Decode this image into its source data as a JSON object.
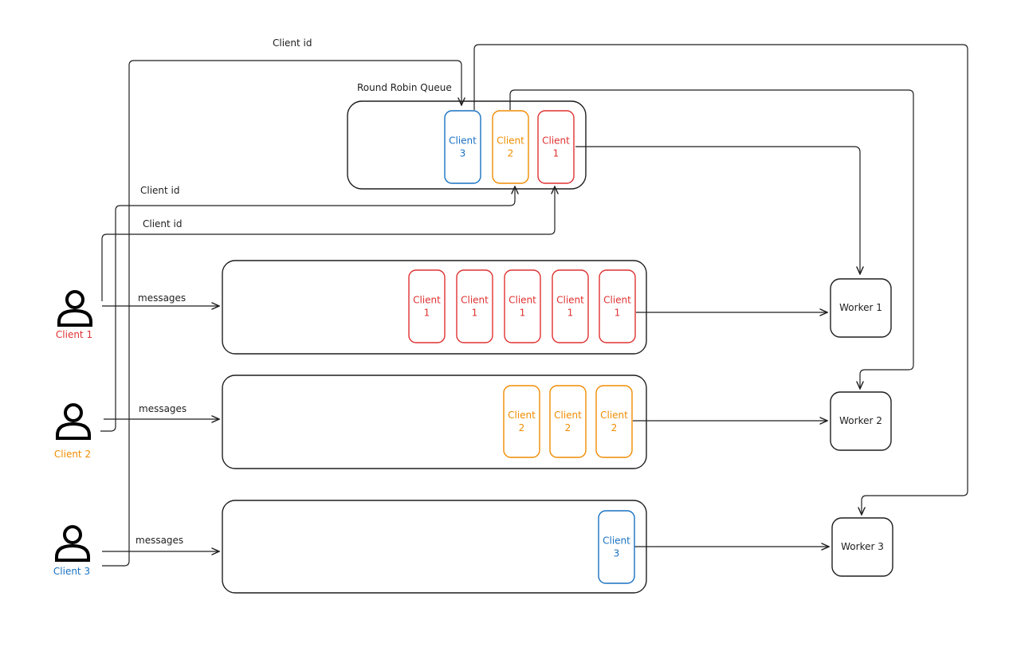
{
  "colors": {
    "client1": "#e03131",
    "client2": "#f08c00",
    "client3": "#1971c2",
    "ink": "#1e1e1e"
  },
  "round_robin": {
    "title": "Round Robin Queue",
    "cards": [
      {
        "line1": "Client",
        "line2": "3",
        "client": "client3"
      },
      {
        "line1": "Client",
        "line2": "2",
        "client": "client2"
      },
      {
        "line1": "Client",
        "line2": "1",
        "client": "client1"
      }
    ]
  },
  "edge_labels": {
    "top_client_id": "Client id",
    "mid_client_id_1": "Client id",
    "mid_client_id_2": "Client id",
    "messages_1": "messages",
    "messages_2": "messages",
    "messages_3": "messages"
  },
  "clients": [
    {
      "name": "Client 1",
      "color_key": "client1",
      "icon": "person-icon"
    },
    {
      "name": "Client 2",
      "color_key": "client2",
      "icon": "person-icon"
    },
    {
      "name": "Client 3",
      "color_key": "client3",
      "icon": "person-icon"
    }
  ],
  "queues": [
    {
      "cards": [
        {
          "line1": "Client",
          "line2": "1"
        },
        {
          "line1": "Client",
          "line2": "1"
        },
        {
          "line1": "Client",
          "line2": "1"
        },
        {
          "line1": "Client",
          "line2": "1"
        },
        {
          "line1": "Client",
          "line2": "1"
        }
      ],
      "color_key": "client1"
    },
    {
      "cards": [
        {
          "line1": "Client",
          "line2": "2"
        },
        {
          "line1": "Client",
          "line2": "2"
        },
        {
          "line1": "Client",
          "line2": "2"
        }
      ],
      "color_key": "client2"
    },
    {
      "cards": [
        {
          "line1": "Client",
          "line2": "3"
        }
      ],
      "color_key": "client3"
    }
  ],
  "workers": [
    {
      "label": "Worker 1"
    },
    {
      "label": "Worker 2"
    },
    {
      "label": "Worker 3"
    }
  ]
}
